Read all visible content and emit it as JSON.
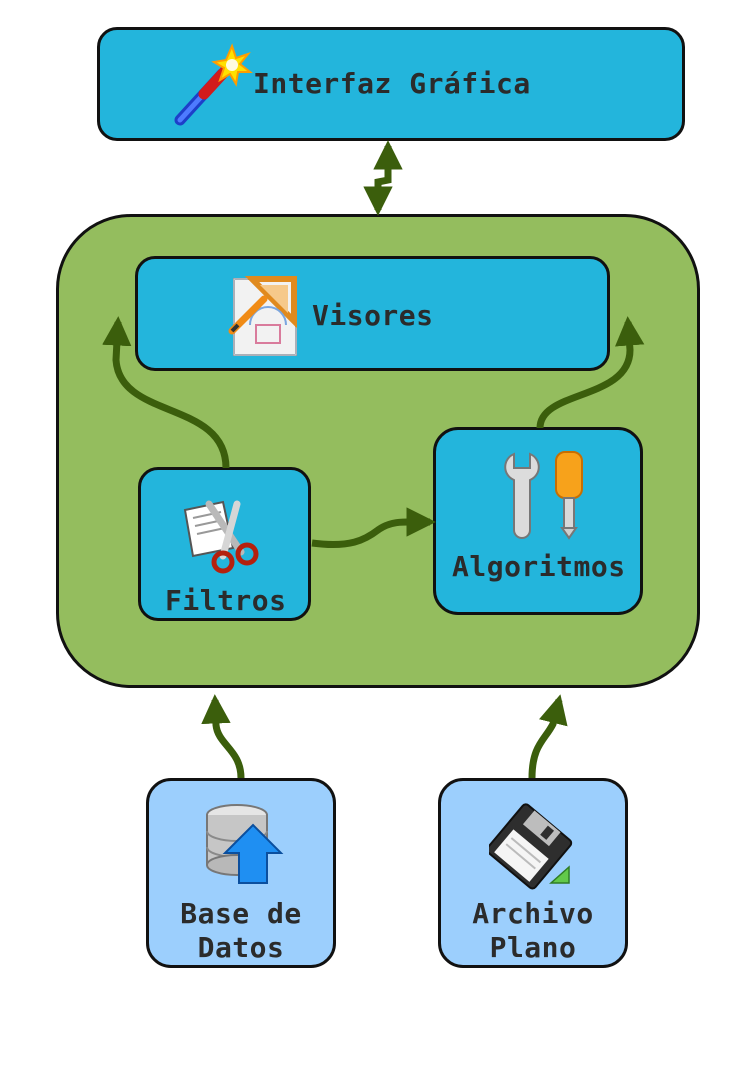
{
  "nodes": {
    "interfaz": {
      "label": "Interfaz Gráfica"
    },
    "visores": {
      "label": "Visores"
    },
    "filtros": {
      "label": "Filtros"
    },
    "algoritmos": {
      "label": "Algoritmos"
    },
    "base_datos": {
      "line1": "Base de",
      "line2": "Datos"
    },
    "archivo_plano": {
      "line1": "Archivo",
      "line2": "Plano"
    }
  },
  "icons": {
    "interfaz": "magic-wand-icon",
    "visores": "drafting-tools-icon",
    "filtros": "scissors-document-icon",
    "algoritmos": "wrench-screwdriver-icon",
    "base_datos": "database-upload-icon",
    "archivo_plano": "floppy-disk-icon"
  },
  "colors": {
    "module_box": "#23b5dc",
    "source_box": "#9ccffd",
    "core_container": "#94bd5e",
    "arrow": "#3b5e0c",
    "text": "#2b2b2b"
  }
}
